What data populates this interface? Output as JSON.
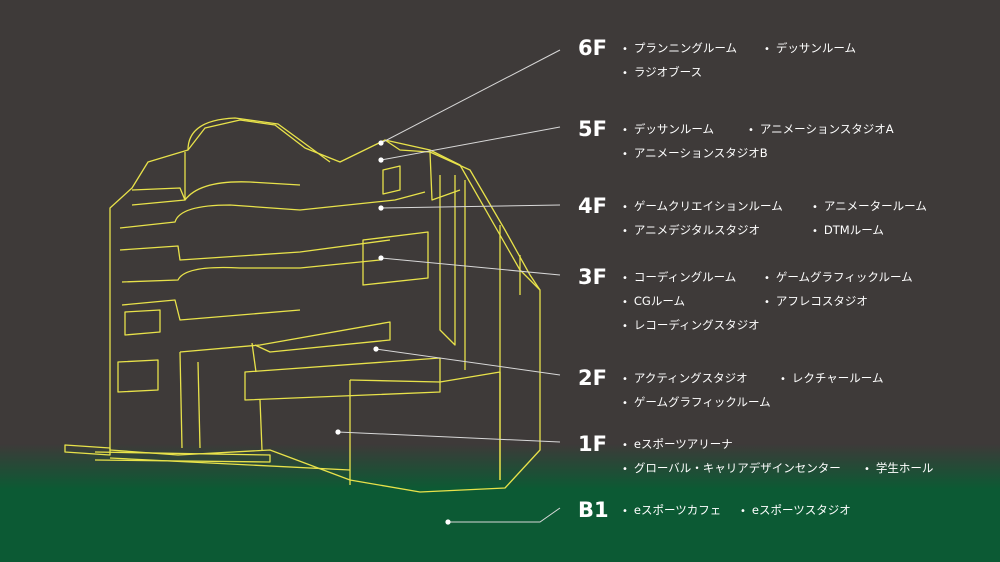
{
  "colors": {
    "background_top": "#3e3a39",
    "background_bottom": "#0c5a34",
    "outline": "#e8e24a",
    "leader_line": "#d8d8d8",
    "text": "#ffffff"
  },
  "floors": [
    {
      "label": "6F",
      "rooms": [
        "プランニングルーム",
        "デッサンルーム",
        "ラジオブース"
      ]
    },
    {
      "label": "5F",
      "rooms": [
        "デッサンルーム",
        "アニメーションスタジオA",
        "アニメーションスタジオB"
      ]
    },
    {
      "label": "4F",
      "rooms": [
        "ゲームクリエイションルーム",
        "アニメータールーム",
        "アニメデジタルスタジオ",
        "DTMルーム"
      ]
    },
    {
      "label": "3F",
      "rooms": [
        "コーディングルーム",
        "ゲームグラフィックルーム",
        "CGルーム",
        "アフレコスタジオ",
        "レコーディングスタジオ"
      ]
    },
    {
      "label": "2F",
      "rooms": [
        "アクティングスタジオ",
        "レクチャールーム",
        "ゲームグラフィックルーム"
      ]
    },
    {
      "label": "1F",
      "rooms": [
        "eスポーツアリーナ",
        "グローバル・キャリアデザインセンター",
        "学生ホール"
      ]
    },
    {
      "label": "B1",
      "rooms": [
        "eスポーツカフェ",
        "eスポーツスタジオ"
      ]
    }
  ]
}
